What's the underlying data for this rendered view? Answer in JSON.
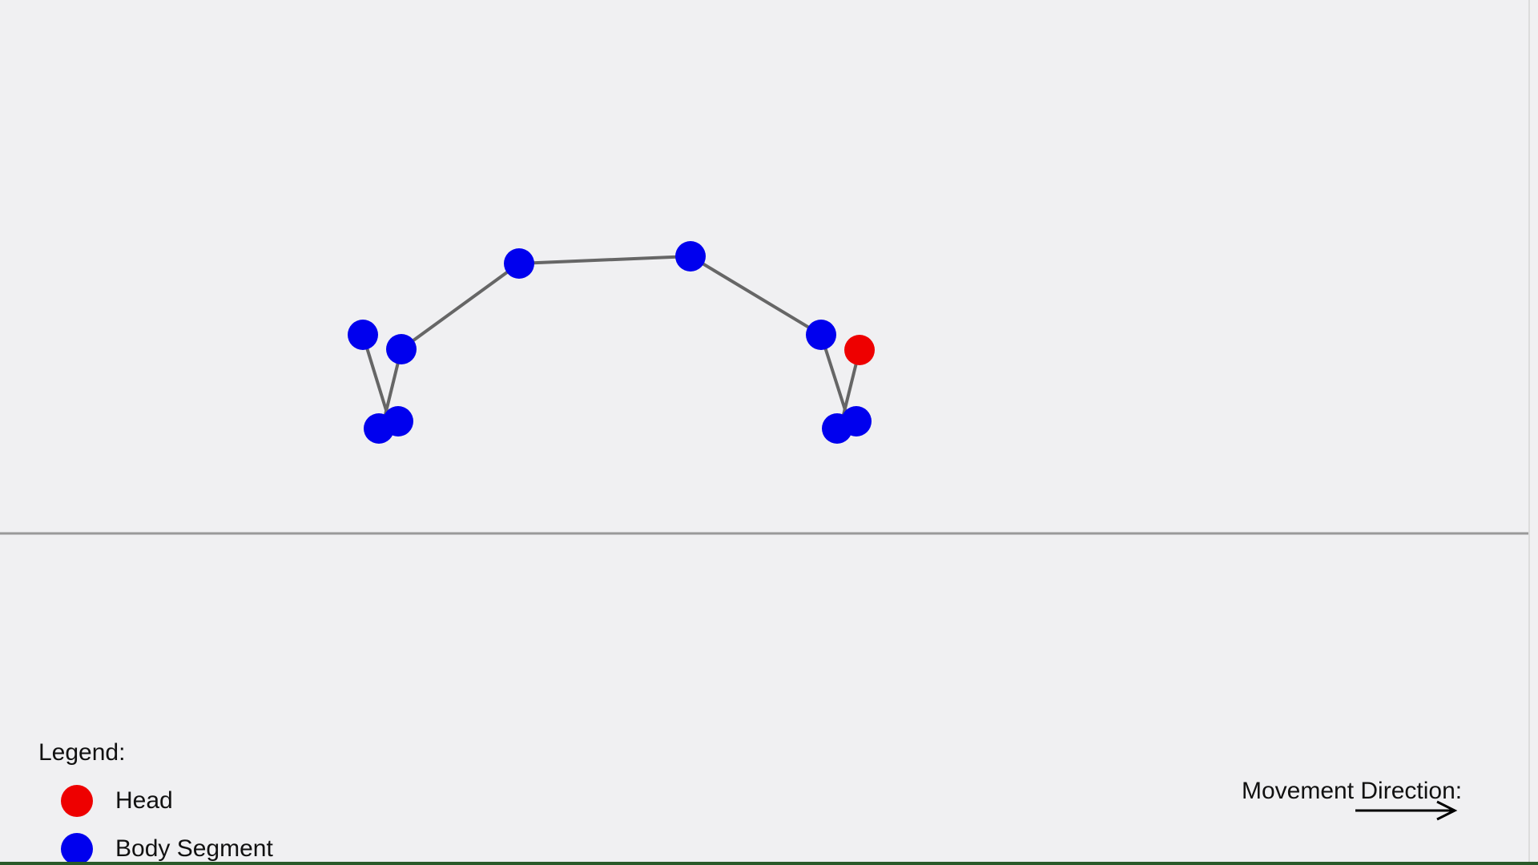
{
  "scene": {
    "colors": {
      "background": "#f0f0f2",
      "head": "#ee0000",
      "body_segment": "#0000ee",
      "link": "#666666",
      "ground": "#999999"
    },
    "head_icon": "red-circle",
    "segment_icon": "blue-circle"
  },
  "legend": {
    "title": "Legend:",
    "items": [
      {
        "label": "Head",
        "color": "#ee0000"
      },
      {
        "label": "Body Segment",
        "color": "#0000ee"
      }
    ]
  },
  "movement": {
    "label": "Movement Direction:",
    "direction": "right",
    "icon": "right-arrow-icon"
  }
}
